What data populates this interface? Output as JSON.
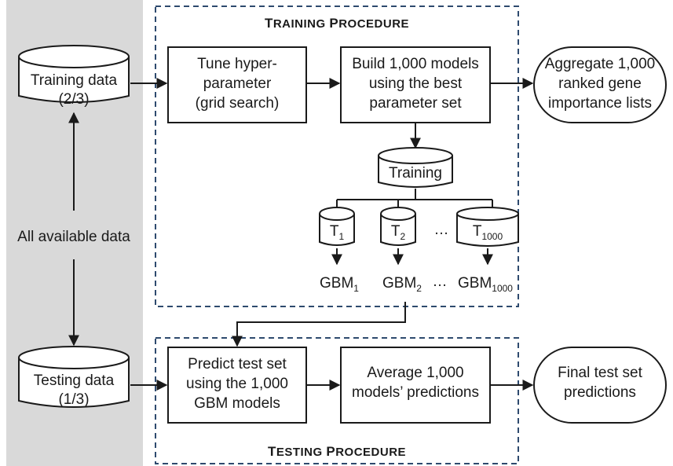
{
  "colors": {
    "panel_gray": "#d9d9d9",
    "dashed_border": "#2e4a6e",
    "stroke": "#1a1a1a",
    "fill": "#ffffff"
  },
  "left_panel": {
    "training_data": [
      "Training data",
      "(2/3)"
    ],
    "all_available_data": "All available data",
    "testing_data": [
      "Testing data",
      "(1/3)"
    ]
  },
  "training_procedure": {
    "title_first": "T",
    "title_rest1": "RAINING ",
    "title_p": "P",
    "title_rest2": "ROCEDURE",
    "tune": [
      "Tune hyper-",
      "parameter",
      "(grid search)"
    ],
    "build": [
      "Build 1,000 models",
      "using the best",
      "parameter set"
    ],
    "training_db": "Training",
    "subsets": [
      {
        "base": "T",
        "sub": "1"
      },
      {
        "base": "T",
        "sub": "2"
      },
      {
        "base": "T",
        "sub": "1000"
      }
    ],
    "ellipsis": "…",
    "models": [
      {
        "base": "GBM",
        "sub": "1"
      },
      {
        "base": "GBM",
        "sub": "2"
      },
      {
        "base": "GBM",
        "sub": "1000"
      }
    ]
  },
  "aggregate": [
    "Aggregate 1,000",
    "ranked gene",
    "importance lists"
  ],
  "testing_procedure": {
    "title_first": "T",
    "title_rest1": "ESTING ",
    "title_p": "P",
    "title_rest2": "ROCEDURE",
    "predict": [
      "Predict test set",
      "using the 1,000",
      "GBM models"
    ],
    "average": [
      "Average 1,000",
      "models’ predictions"
    ]
  },
  "final": [
    "Final test set",
    "predictions"
  ]
}
